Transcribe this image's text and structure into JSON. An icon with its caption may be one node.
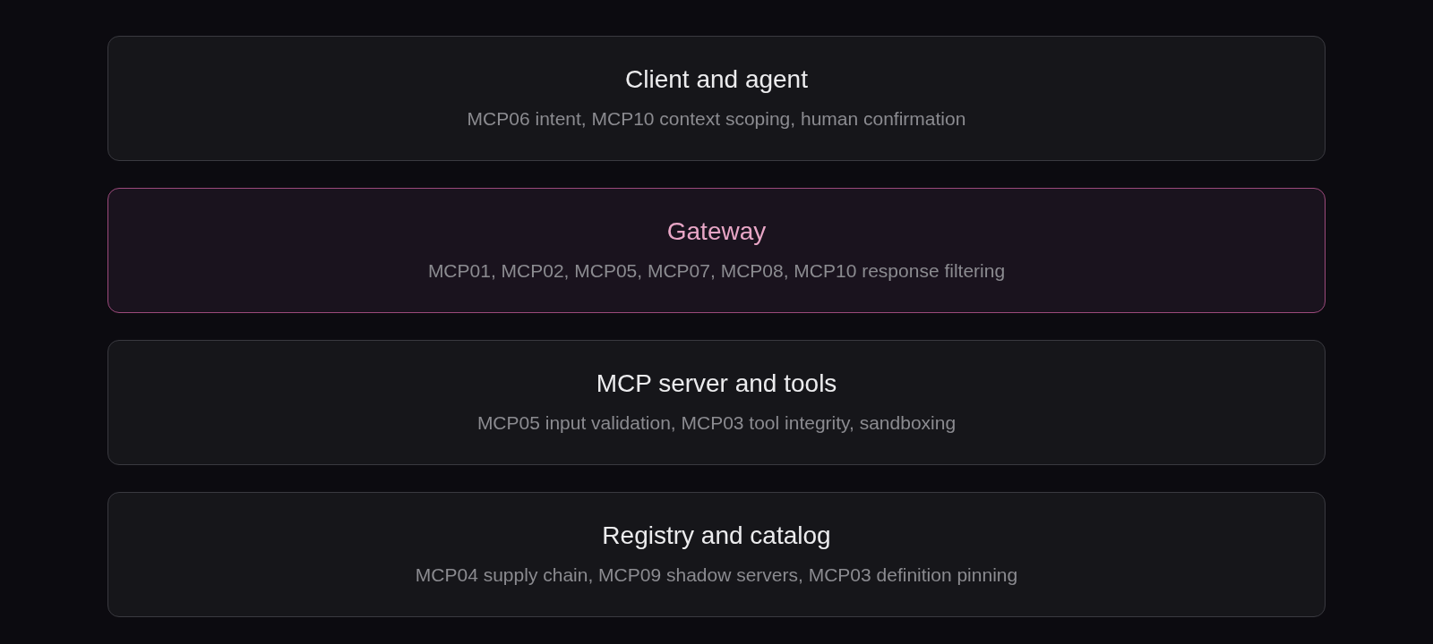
{
  "diagram": {
    "nodes": [
      {
        "text": [
          "Client and agent",
          "MCP06 intent, MCP10 context scoping, human confirmation"
        ]
      },
      {
        "text": [
          "Gateway",
          "MCP01, MCP02, MCP05, MCP07, MCP08, MCP10 response filtering"
        ]
      },
      {
        "text": [
          "MCP server and tools",
          "MCP05 input validation, MCP03 tool integrity, sandboxing"
        ]
      },
      {
        "text": [
          "Registry and catalog",
          "MCP04 supply chain, MCP09 shadow servers, MCP03 definition pinning"
        ]
      }
    ]
  }
}
